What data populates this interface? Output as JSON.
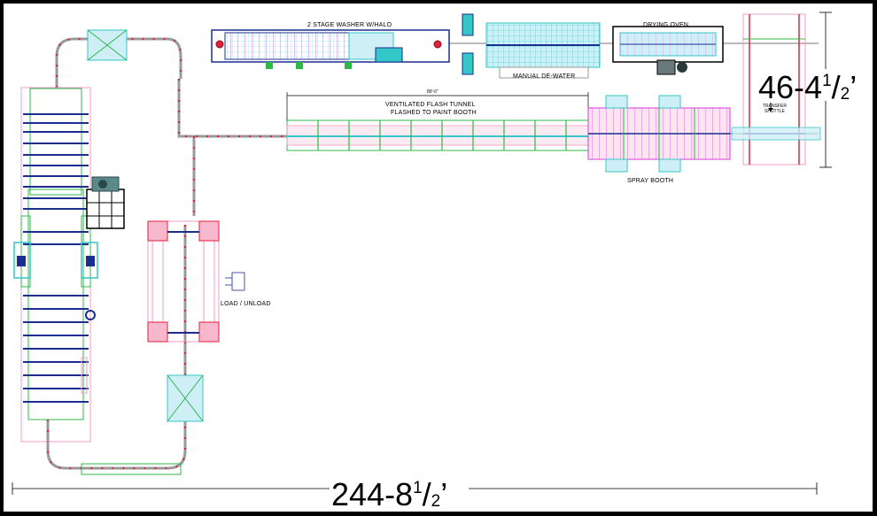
{
  "labels": {
    "washer": "2 STAGE WASHER W/HALO",
    "drying_oven": "DRYING OVEN",
    "manual_dewater": "MANUAL DE-WATER",
    "flash_tunnel_line1": "VENTILATED FLASH TUNNEL",
    "flash_tunnel_line2": "FLASHED TO PAINT BOOTH",
    "tunnel_length": "89'-6\"",
    "spray_booth": "SPRAY BOOTH",
    "load_unload": "LOAD / UNLOAD",
    "transfer_line1": "TRANSFER",
    "transfer_line2": "SHUTTLE"
  },
  "dimensions": {
    "width_main": "244-8",
    "width_num": "1",
    "width_den": "2",
    "width_tick": "’",
    "height_main": "46-4",
    "height_num": "1",
    "height_den": "2",
    "height_tick": "’"
  },
  "colors": {
    "conveyor_gray": "#9a9a9a",
    "cyan": "#34c7c7",
    "green": "#2db84a",
    "magenta": "#d93ad9",
    "red": "#e3203a",
    "dark_blue": "#1b2d8f",
    "pink": "#f39bc4"
  }
}
